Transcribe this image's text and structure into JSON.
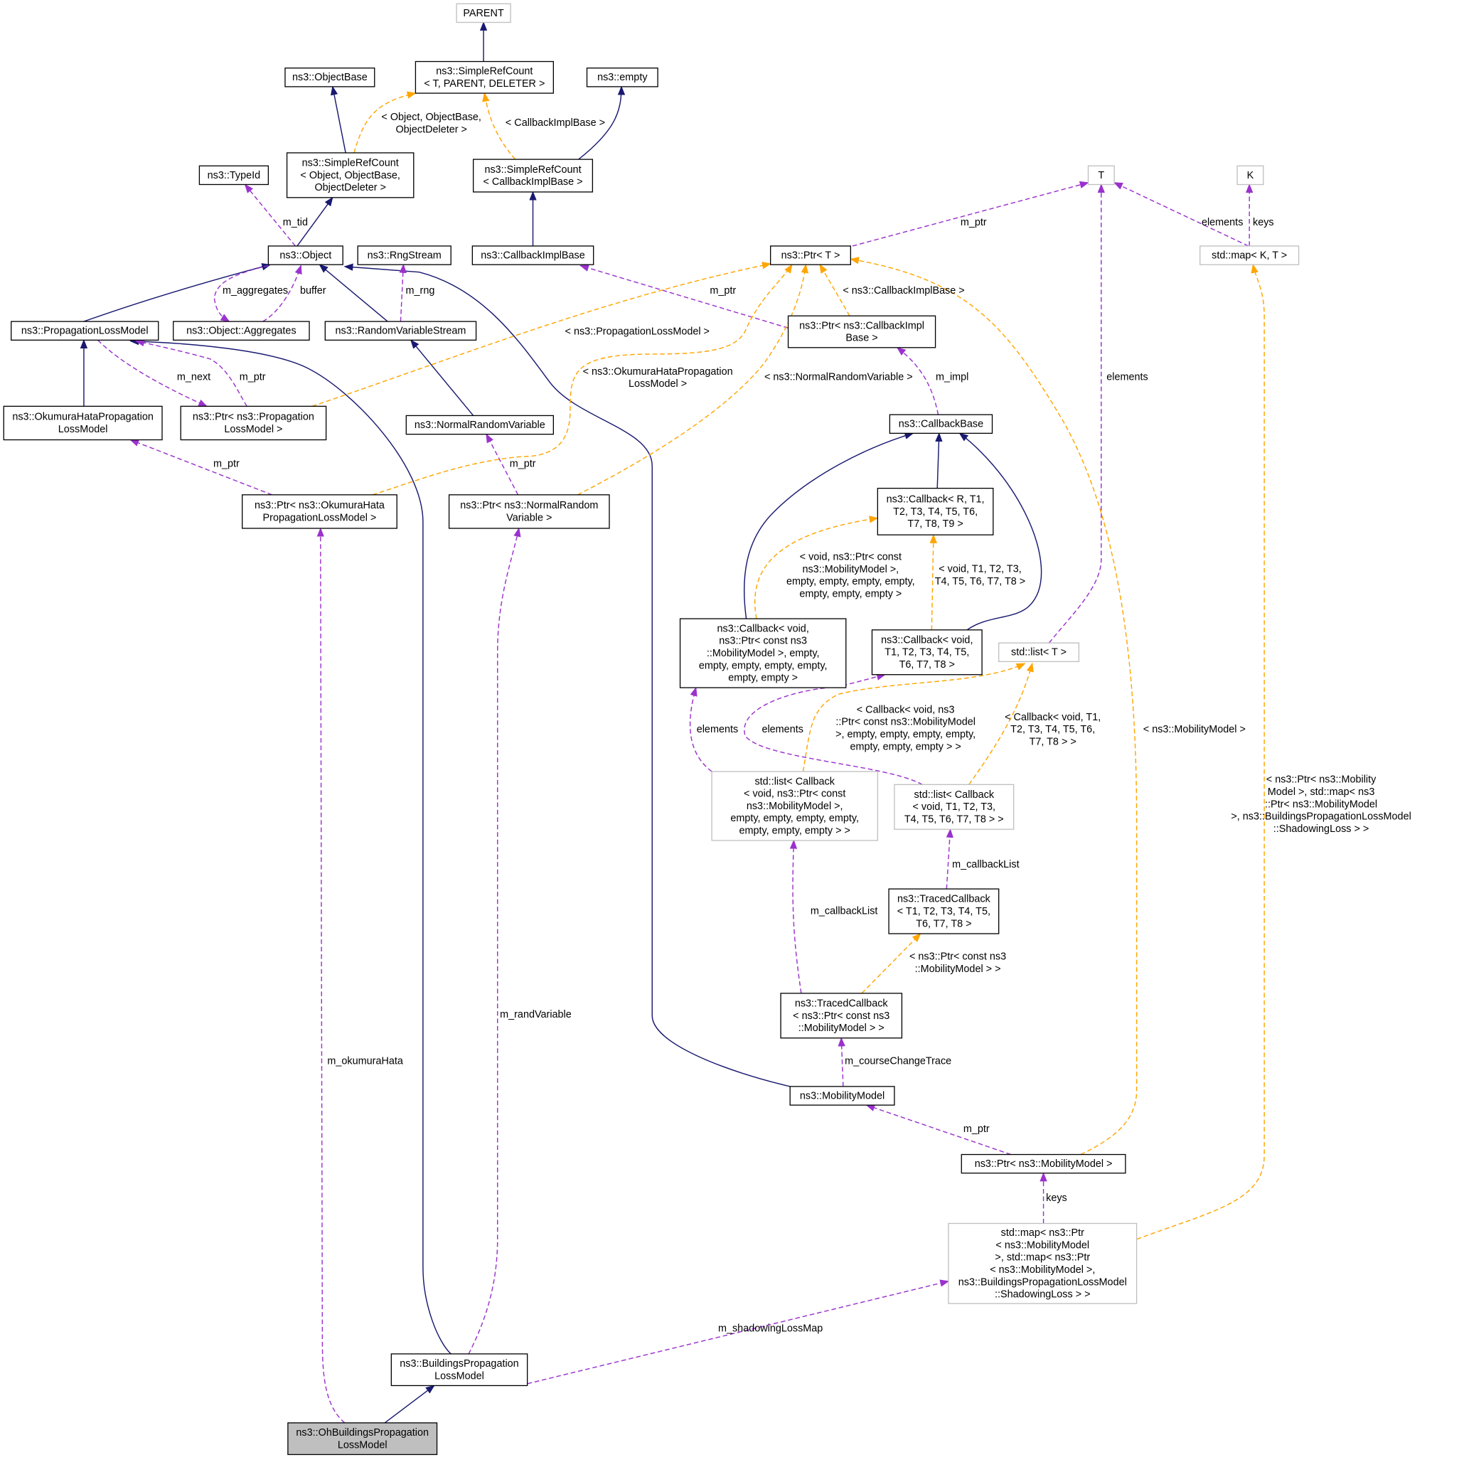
{
  "colors": {
    "inheritance": "#191970",
    "usage": "#9a32cd",
    "template": "#ffa500",
    "focus_fill": "#bfbfbf",
    "external_border": "#bfbfbf"
  },
  "nodes": [
    {
      "id": "parent",
      "lines": [
        "PARENT"
      ]
    },
    {
      "id": "src_t",
      "lines": [
        "ns3::SimpleRefCount",
        "< T, PARENT, DELETER >"
      ]
    },
    {
      "id": "objectbase",
      "lines": [
        "ns3::ObjectBase"
      ]
    },
    {
      "id": "empty",
      "lines": [
        "ns3::empty"
      ]
    },
    {
      "id": "src_object",
      "lines": [
        "ns3::SimpleRefCount",
        "< Object, ObjectBase,",
        "ObjectDeleter >"
      ]
    },
    {
      "id": "typeid",
      "lines": [
        "ns3::TypeId"
      ]
    },
    {
      "id": "src_cib",
      "lines": [
        "ns3::SimpleRefCount",
        "< CallbackImplBase >"
      ]
    },
    {
      "id": "object",
      "lines": [
        "ns3::Object"
      ]
    },
    {
      "id": "rngstream",
      "lines": [
        "ns3::RngStream"
      ]
    },
    {
      "id": "cib",
      "lines": [
        "ns3::CallbackImplBase"
      ]
    },
    {
      "id": "ptr_t",
      "lines": [
        "ns3::Ptr< T >"
      ]
    },
    {
      "id": "t",
      "lines": [
        "T"
      ]
    },
    {
      "id": "k",
      "lines": [
        "K"
      ]
    },
    {
      "id": "map_kt",
      "lines": [
        "std::map< K, T >"
      ]
    },
    {
      "id": "plm",
      "lines": [
        "ns3::PropagationLossModel"
      ]
    },
    {
      "id": "aggregates",
      "lines": [
        "ns3::Object::Aggregates"
      ]
    },
    {
      "id": "rvs",
      "lines": [
        "ns3::RandomVariableStream"
      ]
    },
    {
      "id": "ptr_cib",
      "lines": [
        "ns3::Ptr< ns3::CallbackImpl",
        "Base >"
      ]
    },
    {
      "id": "okumura",
      "lines": [
        "ns3::OkumuraHataPropagation",
        "LossModel"
      ]
    },
    {
      "id": "ptr_plm",
      "lines": [
        "ns3::Ptr< ns3::Propagation",
        "LossModel >"
      ]
    },
    {
      "id": "nrv",
      "lines": [
        "ns3::NormalRandomVariable"
      ]
    },
    {
      "id": "callbackbase",
      "lines": [
        "ns3::CallbackBase"
      ]
    },
    {
      "id": "ptr_okumura",
      "lines": [
        "ns3::Ptr< ns3::OkumuraHata",
        "PropagationLossModel >"
      ]
    },
    {
      "id": "ptr_nrv",
      "lines": [
        "ns3::Ptr< ns3::NormalRandom",
        "Variable >"
      ]
    },
    {
      "id": "callback_r",
      "lines": [
        "ns3::Callback< R, T1,",
        "T2, T3, T4, T5, T6,",
        "T7, T8, T9 >"
      ]
    },
    {
      "id": "callback_mob",
      "lines": [
        "ns3::Callback< void,",
        "ns3::Ptr< const ns3",
        "::MobilityModel >, empty,",
        "empty, empty, empty, empty,",
        "empty, empty >"
      ]
    },
    {
      "id": "callback_t",
      "lines": [
        "ns3::Callback< void,",
        "T1, T2, T3, T4, T5,",
        "T6, T7, T8 >"
      ]
    },
    {
      "id": "list_t",
      "lines": [
        "std::list< T >"
      ]
    },
    {
      "id": "list_cb_mob",
      "lines": [
        "std::list< Callback",
        "< void, ns3::Ptr< const",
        "ns3::MobilityModel >,",
        "empty, empty, empty, empty,",
        "empty, empty, empty > >"
      ]
    },
    {
      "id": "list_cb_t",
      "lines": [
        "std::list< Callback",
        "< void, T1, T2, T3,",
        "T4, T5, T6, T7, T8 > >"
      ]
    },
    {
      "id": "traced_t",
      "lines": [
        "ns3::TracedCallback",
        "< T1, T2, T3, T4, T5,",
        "T6, T7, T8 >"
      ]
    },
    {
      "id": "traced_mob",
      "lines": [
        "ns3::TracedCallback",
        "< ns3::Ptr< const ns3",
        "::MobilityModel > >"
      ]
    },
    {
      "id": "mobility",
      "lines": [
        "ns3::MobilityModel"
      ]
    },
    {
      "id": "ptr_mob",
      "lines": [
        "ns3::Ptr< ns3::MobilityModel >"
      ]
    },
    {
      "id": "map_big",
      "lines": [
        "std::map< ns3::Ptr",
        "< ns3::MobilityModel",
        ">, std::map< ns3::Ptr",
        "< ns3::MobilityModel >,",
        "ns3::BuildingsPropagationLossModel",
        "::ShadowingLoss > >"
      ]
    },
    {
      "id": "buildings",
      "lines": [
        "ns3::BuildingsPropagation",
        "LossModel"
      ]
    },
    {
      "id": "ohbuildings",
      "lines": [
        "ns3::OhBuildingsPropagation",
        "LossModel"
      ]
    }
  ],
  "edge_labels": [
    {
      "lines": [
        "< Object, ObjectBase,",
        "ObjectDeleter >"
      ]
    },
    {
      "lines": [
        "< CallbackImplBase >"
      ]
    },
    {
      "lines": [
        "m_tid"
      ]
    },
    {
      "lines": [
        "m_aggregates"
      ]
    },
    {
      "lines": [
        "buffer"
      ]
    },
    {
      "lines": [
        "m_rng"
      ]
    },
    {
      "lines": [
        "m_ptr"
      ]
    },
    {
      "lines": [
        "< ns3::CallbackImplBase >"
      ]
    },
    {
      "lines": [
        "m_ptr"
      ]
    },
    {
      "lines": [
        "elements"
      ]
    },
    {
      "lines": [
        "keys"
      ]
    },
    {
      "lines": [
        "< ns3::PropagationLossModel >"
      ]
    },
    {
      "lines": [
        "m_next"
      ]
    },
    {
      "lines": [
        "m_ptr"
      ]
    },
    {
      "lines": [
        "< ns3::OkumuraHataPropagation",
        "LossModel >"
      ]
    },
    {
      "lines": [
        "< ns3::NormalRandomVariable >"
      ]
    },
    {
      "lines": [
        "m_impl"
      ]
    },
    {
      "lines": [
        "elements"
      ]
    },
    {
      "lines": [
        "m_ptr"
      ]
    },
    {
      "lines": [
        "m_ptr"
      ]
    },
    {
      "lines": [
        "< void, ns3::Ptr< const",
        "ns3::MobilityModel >,",
        "empty, empty, empty, empty,",
        "empty, empty, empty >"
      ]
    },
    {
      "lines": [
        "< void, T1, T2, T3,",
        "T4, T5, T6, T7, T8 >"
      ]
    },
    {
      "lines": [
        "elements"
      ]
    },
    {
      "lines": [
        "elements"
      ]
    },
    {
      "lines": [
        "< Callback< void, ns3",
        "::Ptr< const ns3::MobilityModel",
        ">, empty, empty, empty, empty,",
        "empty, empty, empty > >"
      ]
    },
    {
      "lines": [
        "< Callback< void, T1,",
        "T2, T3, T4, T5, T6,",
        "T7, T8 > >"
      ]
    },
    {
      "lines": [
        "< ns3::MobilityModel >"
      ]
    },
    {
      "lines": [
        "< ns3::Ptr< ns3::Mobility",
        "Model >, std::map< ns3",
        "::Ptr< ns3::MobilityModel",
        ">, ns3::BuildingsPropagationLossModel",
        "::ShadowingLoss > >"
      ]
    },
    {
      "lines": [
        "m_callbackList"
      ]
    },
    {
      "lines": [
        "m_callbackList"
      ]
    },
    {
      "lines": [
        "< ns3::Ptr< const ns3",
        "::MobilityModel > >"
      ]
    },
    {
      "lines": [
        "m_randVariable"
      ]
    },
    {
      "lines": [
        "m_okumuraHata"
      ]
    },
    {
      "lines": [
        "m_courseChangeTrace"
      ]
    },
    {
      "lines": [
        "m_ptr"
      ]
    },
    {
      "lines": [
        "keys"
      ]
    },
    {
      "lines": [
        "m_shadowingLossMap"
      ]
    }
  ]
}
